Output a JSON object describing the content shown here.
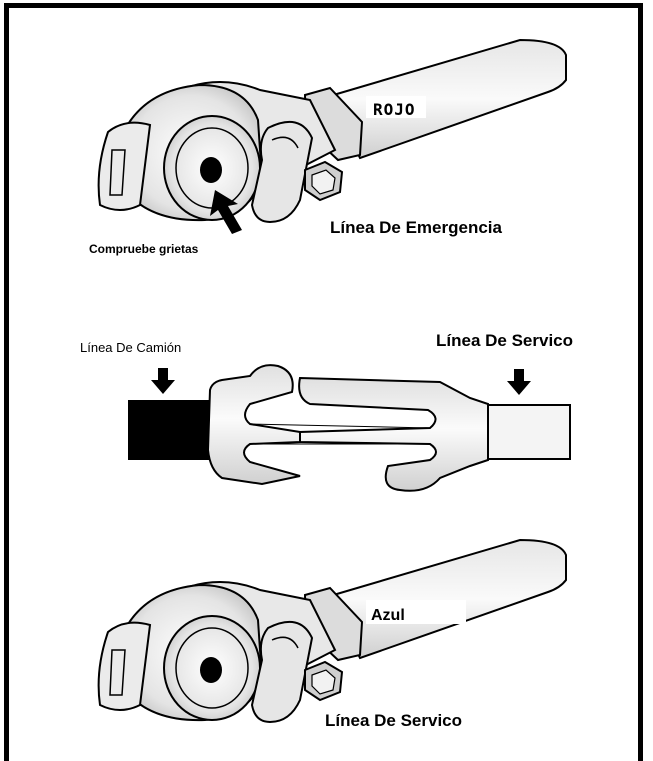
{
  "labels": {
    "top_color": "ROJO",
    "emergency_line": "Línea De Emergencia",
    "check_cracks": "Compruebe grietas",
    "truck_line": "Línea De Camión",
    "service_line_middle": "Línea De Servico",
    "bottom_color": "Azul",
    "service_line_bottom": "Línea De Servico"
  },
  "colors": {
    "outline": "#000000",
    "metal_light": "#f2f2f2",
    "metal_mid": "#d4d4d4",
    "truck_hose": "#000000",
    "service_hose": "#f4f4f4"
  }
}
